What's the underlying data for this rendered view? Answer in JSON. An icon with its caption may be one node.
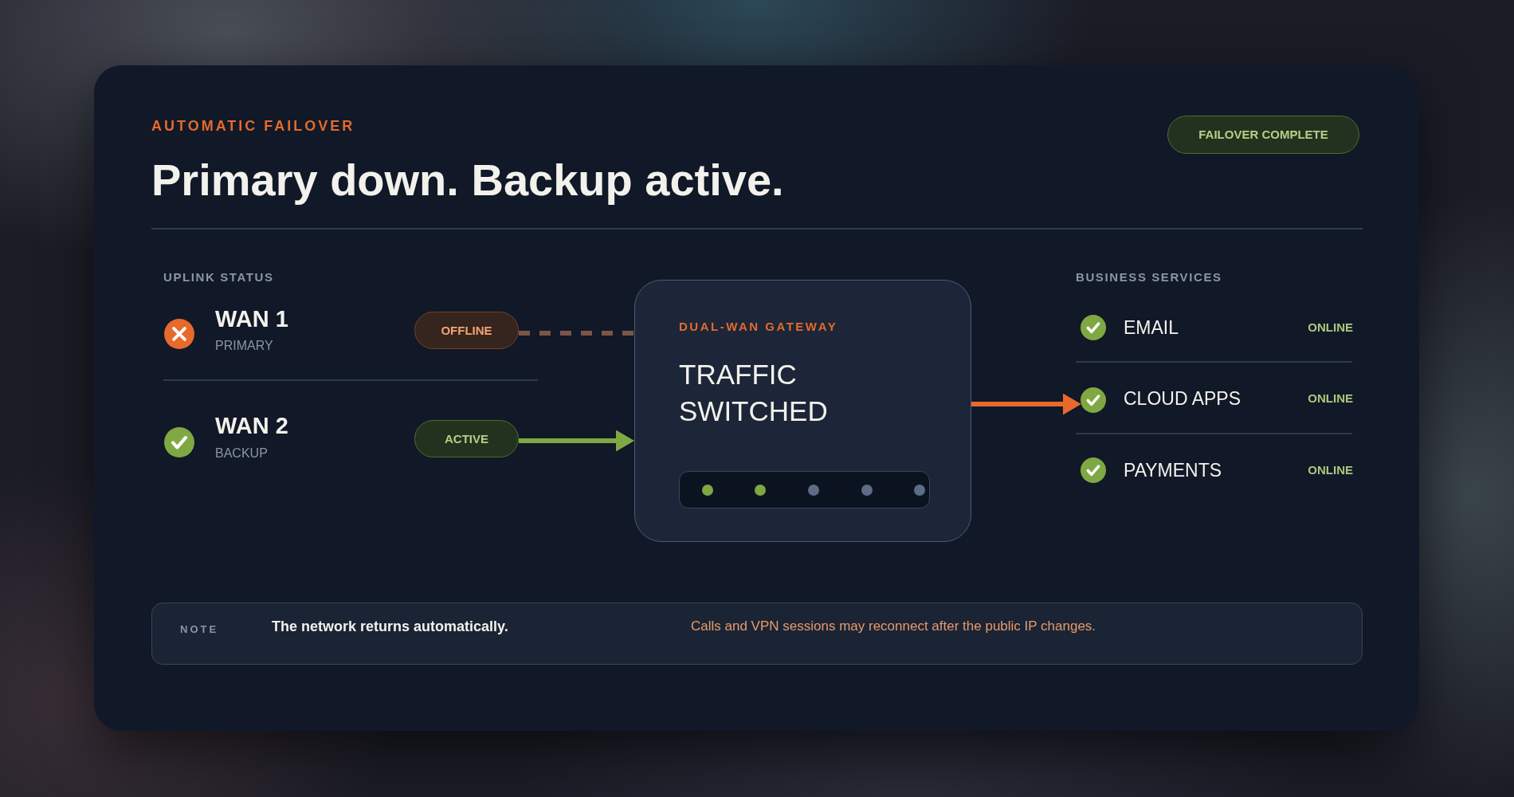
{
  "diagram": {
    "title": "Primary down. Backup active.",
    "nodes": [
      {
        "text": [
          "FAILOVER COMPLETE"
        ]
      },
      {
        "text": [
          "OFFLINE"
        ]
      },
      {
        "text": [
          "ACTIVE"
        ]
      },
      {
        "text": [
          "DUAL-WAN GATEWAY",
          "TRAFFIC SWITCHED"
        ]
      },
      {
        "text": [],
        "shape": "circle"
      },
      {
        "text": [
          "NOTE",
          "The network returns automatically.",
          "Calls and VPN sessions may reconnect after the public IP changes."
        ]
      }
    ],
    "edges": [
      {
        "from": 1,
        "to": 3,
        "arrow": "none",
        "style": "dashed",
        "color": "#7b5647"
      },
      {
        "from": 2,
        "to": 3,
        "arrow": "to",
        "color": "#7fa843"
      },
      {
        "from": 3,
        "to": 4,
        "arrow": "to",
        "color": "#e8692c"
      }
    ],
    "labels": [
      "AUTOMATIC FAILOVER",
      "UPLINK STATUS",
      "WAN 1",
      "PRIMARY",
      "WAN 2",
      "BACKUP",
      "BUSINESS SERVICES",
      "EMAIL",
      "ONLINE",
      "CLOUD APPS",
      "ONLINE",
      "PAYMENTS",
      "ONLINE"
    ]
  }
}
